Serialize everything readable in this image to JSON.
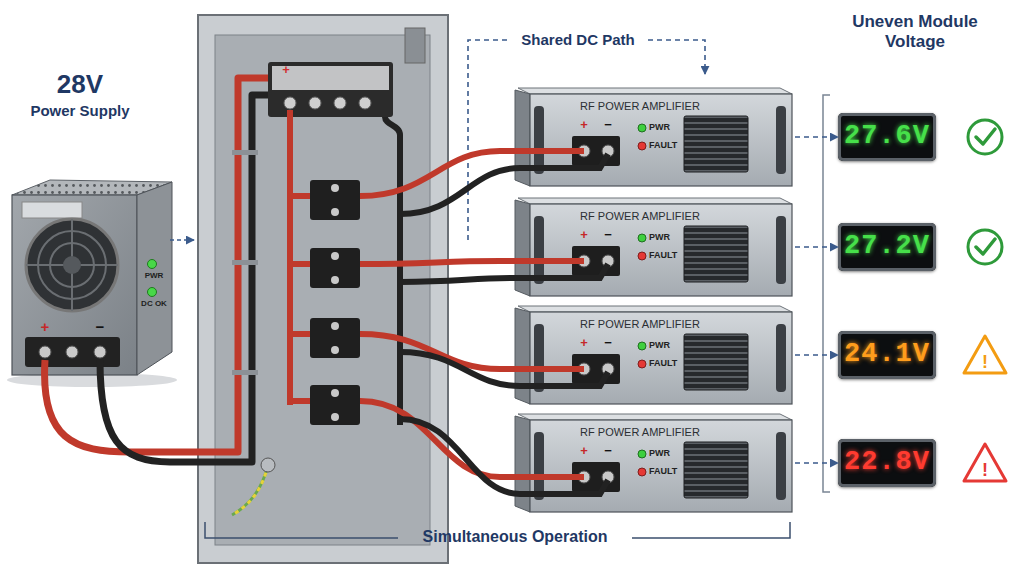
{
  "diagram": {
    "nodes": [
      {
        "text": [
          "28V",
          "Power Supply",
          "PWR",
          "DC OK",
          "+",
          "−"
        ]
      },
      {
        "text": [
          "RF POWER AMPLIFIER",
          "+",
          "−",
          "PWR",
          "FAULT"
        ]
      },
      {
        "text": [
          "27.6V"
        ]
      },
      {
        "text": [
          "RF POWER AMPLIFIER",
          "+",
          "−",
          "PWR",
          "FAULT"
        ]
      },
      {
        "text": [
          "27.2V"
        ]
      },
      {
        "text": [
          "RF POWER AMPLIFIER",
          "+",
          "−",
          "PWR",
          "FAULT"
        ]
      },
      {
        "text": [
          "24.1V"
        ]
      },
      {
        "text": [
          "RF POWER AMPLIFIER",
          "+",
          "−",
          "PWR",
          "FAULT"
        ]
      },
      {
        "text": [
          "22.8V"
        ]
      }
    ],
    "edges": [
      {
        "from": 1,
        "to": 2,
        "arrow": "to"
      },
      {
        "from": 3,
        "to": 4,
        "arrow": "to"
      },
      {
        "from": 5,
        "to": 6,
        "arrow": "to"
      },
      {
        "from": 7,
        "to": 8,
        "arrow": "to"
      }
    ],
    "labels": [
      "Shared DC Path",
      "Uneven Module Voltage",
      "+",
      "Simultaneous Operation",
      "!",
      "!"
    ]
  }
}
